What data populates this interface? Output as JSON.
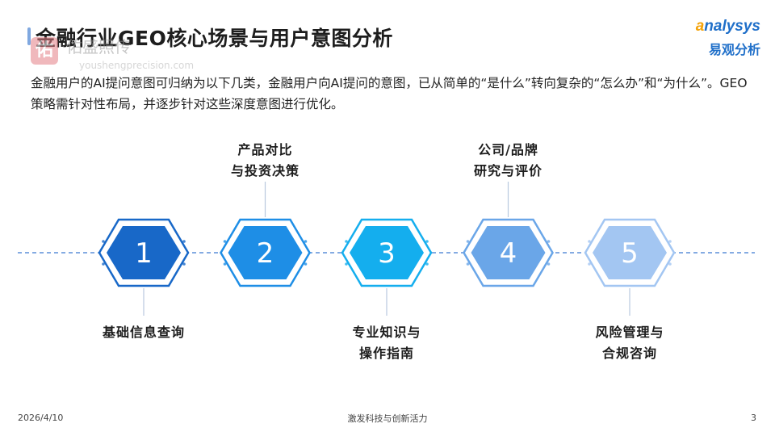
{
  "title": "金融行业GEO核心场景与用户意图分析",
  "watermark": {
    "badge": "佑",
    "name": "佑盛照传",
    "url": "youshengprecision.com"
  },
  "logo": {
    "en_a": "a",
    "en_rest": "nalysys",
    "cn": "易观分析"
  },
  "intro": "金融用户的AI提问意图可归纳为以下几类，金融用户向AI提问的意图，已从简单的“是什么”转向复杂的“怎么办”和“为什么”。GEO策略需针对性布局，并逐步针对这些深度意图进行优化。",
  "steps": [
    {
      "number": "1",
      "label": "基础信息查询",
      "position": "below",
      "color": "#1868c8"
    },
    {
      "number": "2",
      "label": "产品对比\n与投资决策",
      "position": "above",
      "color": "#1e8ee6"
    },
    {
      "number": "3",
      "label": "专业知识与\n操作指南",
      "position": "below",
      "color": "#14aeee"
    },
    {
      "number": "4",
      "label": "公司/品牌\n研究与评价",
      "position": "above",
      "color": "#6aa6e8"
    },
    {
      "number": "5",
      "label": "风险管理与\n合规咨询",
      "position": "below",
      "color": "#a3c6f2"
    }
  ],
  "footer": {
    "date": "2026/4/10",
    "center": "激发科技与创新活力",
    "page": "3"
  }
}
